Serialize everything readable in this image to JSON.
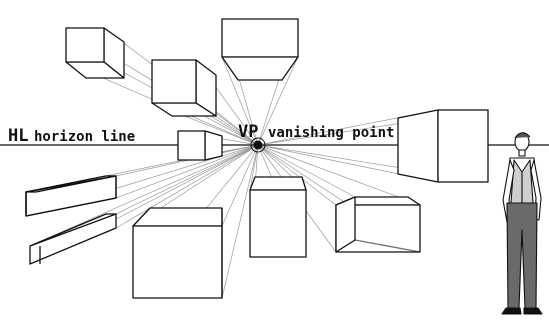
{
  "labels": {
    "hl_abbr": "HL",
    "hl_text": "horizon line",
    "vp_abbr": "VP",
    "vp_text": "vanishing point"
  },
  "colors": {
    "ink": "#111111",
    "guide": "#9a9a9a",
    "figure_pants": "#6a6a6a",
    "figure_vest": "#cfcfcf"
  }
}
